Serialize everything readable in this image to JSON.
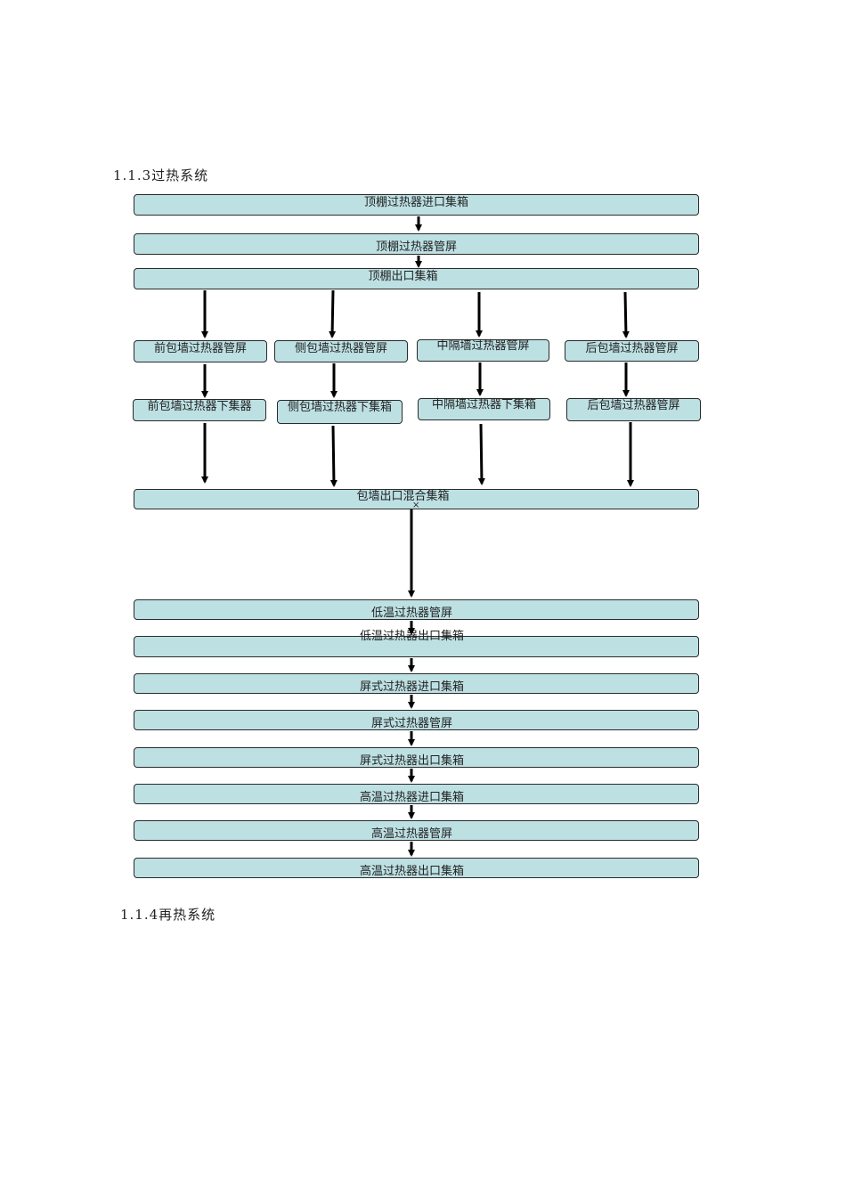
{
  "headings": {
    "superheat": "1.1.3过热系统",
    "reheat": "1.1.4再热系统"
  },
  "nodes": {
    "roof_inlet_header": "顶棚过热器进口集箱",
    "roof_tube_panel": "顶棚过热器管屏",
    "roof_outlet_header": "顶棚出口集箱",
    "front_wall_panel": "前包墙过热器管屏",
    "side_wall_panel": "侧包墙过热器管屏",
    "mid_partition_panel": "中隔墙过热器管屏",
    "rear_wall_panel": "后包墙过热器管屏",
    "front_wall_lower_header": "前包墙过热器下集器",
    "side_wall_lower_header": "侧包墙过热器下集箱",
    "mid_partition_lower_header": "中隔墙过热器下集箱",
    "rear_wall_panel_2": "后包墙过热器管屏",
    "wall_outlet_mixing_header": "包墙出口混合集箱",
    "lt_panel": "低温过热器管屏",
    "lt_outlet_header": "低温过热器出口集箱",
    "platen_inlet_header": "屏式过热器进口集箱",
    "platen_panel": "屏式过热器管屏",
    "platen_outlet_header": "屏式过热器出口集箱",
    "ht_inlet_header": "高温过热器进口集箱",
    "ht_panel": "高温过热器管屏",
    "ht_outlet_header": "高温过热器出口集箱"
  },
  "marks": {
    "junction": "×"
  },
  "colors": {
    "box_fill": "#bde0e3",
    "box_border": "#2a2a2a",
    "arrow": "#000000"
  }
}
